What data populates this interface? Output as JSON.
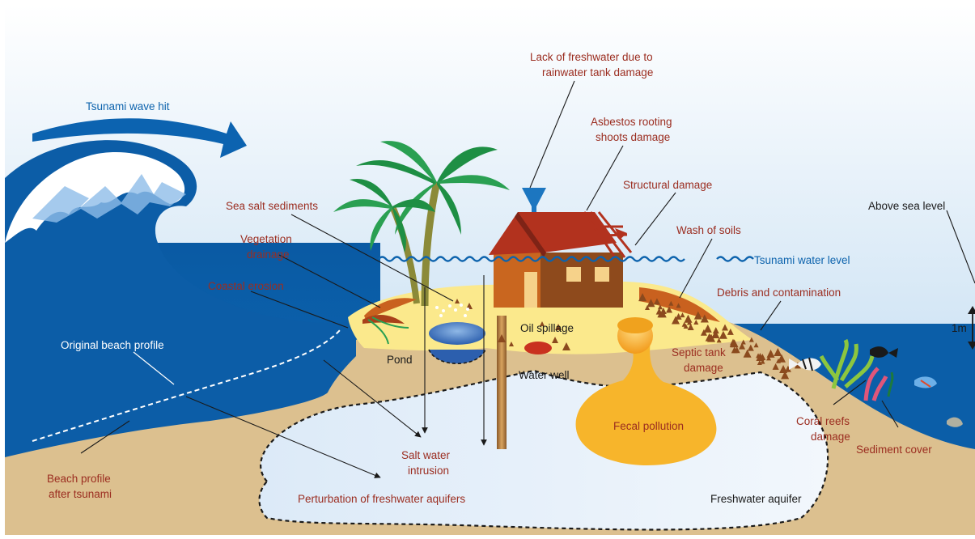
{
  "colors": {
    "sky_top": "#ffffff",
    "sky_bottom": "#b7d6ef",
    "ocean": "#0b5ea8",
    "sand": "#dcc08f",
    "dry_sand": "#fbe98c",
    "label_red": "#9b2d20",
    "label_blue": "#0d63ad",
    "aquifer": "#e4eef9",
    "fecal": "#f7b52b"
  },
  "labels": {
    "tsunami_wave_hit": "Tsunami wave hit",
    "lack_freshwater_1": "Lack of freshwater due to",
    "lack_freshwater_2": "rainwater tank damage",
    "asbestos_1": "Asbestos rooting",
    "asbestos_2": "shoots damage",
    "structural_damage": "Structural damage",
    "sea_salt_sediments": "Sea salt sediments",
    "vegetation_1": "Vegetation",
    "vegetation_2": "drainage",
    "wash_of_soils": "Wash of soils",
    "tsunami_water_level": "Tsunami water level",
    "above_sea_level": "Above sea level",
    "coastal_erosion": "Coastal erosion",
    "debris": "Debris and contamination",
    "one_m": "1m",
    "original_beach_profile": "Original beach profile",
    "pond": "Pond",
    "oil_spillage": "Oil spillage",
    "water_well": "Water well",
    "septic_1": "Septic tank",
    "septic_2": "damage",
    "fecal_pollution": "Fecal pollution",
    "coral_1": "Coral reefs",
    "coral_2": "damage",
    "sediment_cover": "Sediment cover",
    "salt_water_1": "Salt water",
    "salt_water_2": "intrusion",
    "beach_after_1": "Beach profile",
    "beach_after_2": "after tsunami",
    "perturbation": "Perturbation of freshwater aquifers",
    "freshwater_aquifer": "Freshwater aquifer"
  }
}
